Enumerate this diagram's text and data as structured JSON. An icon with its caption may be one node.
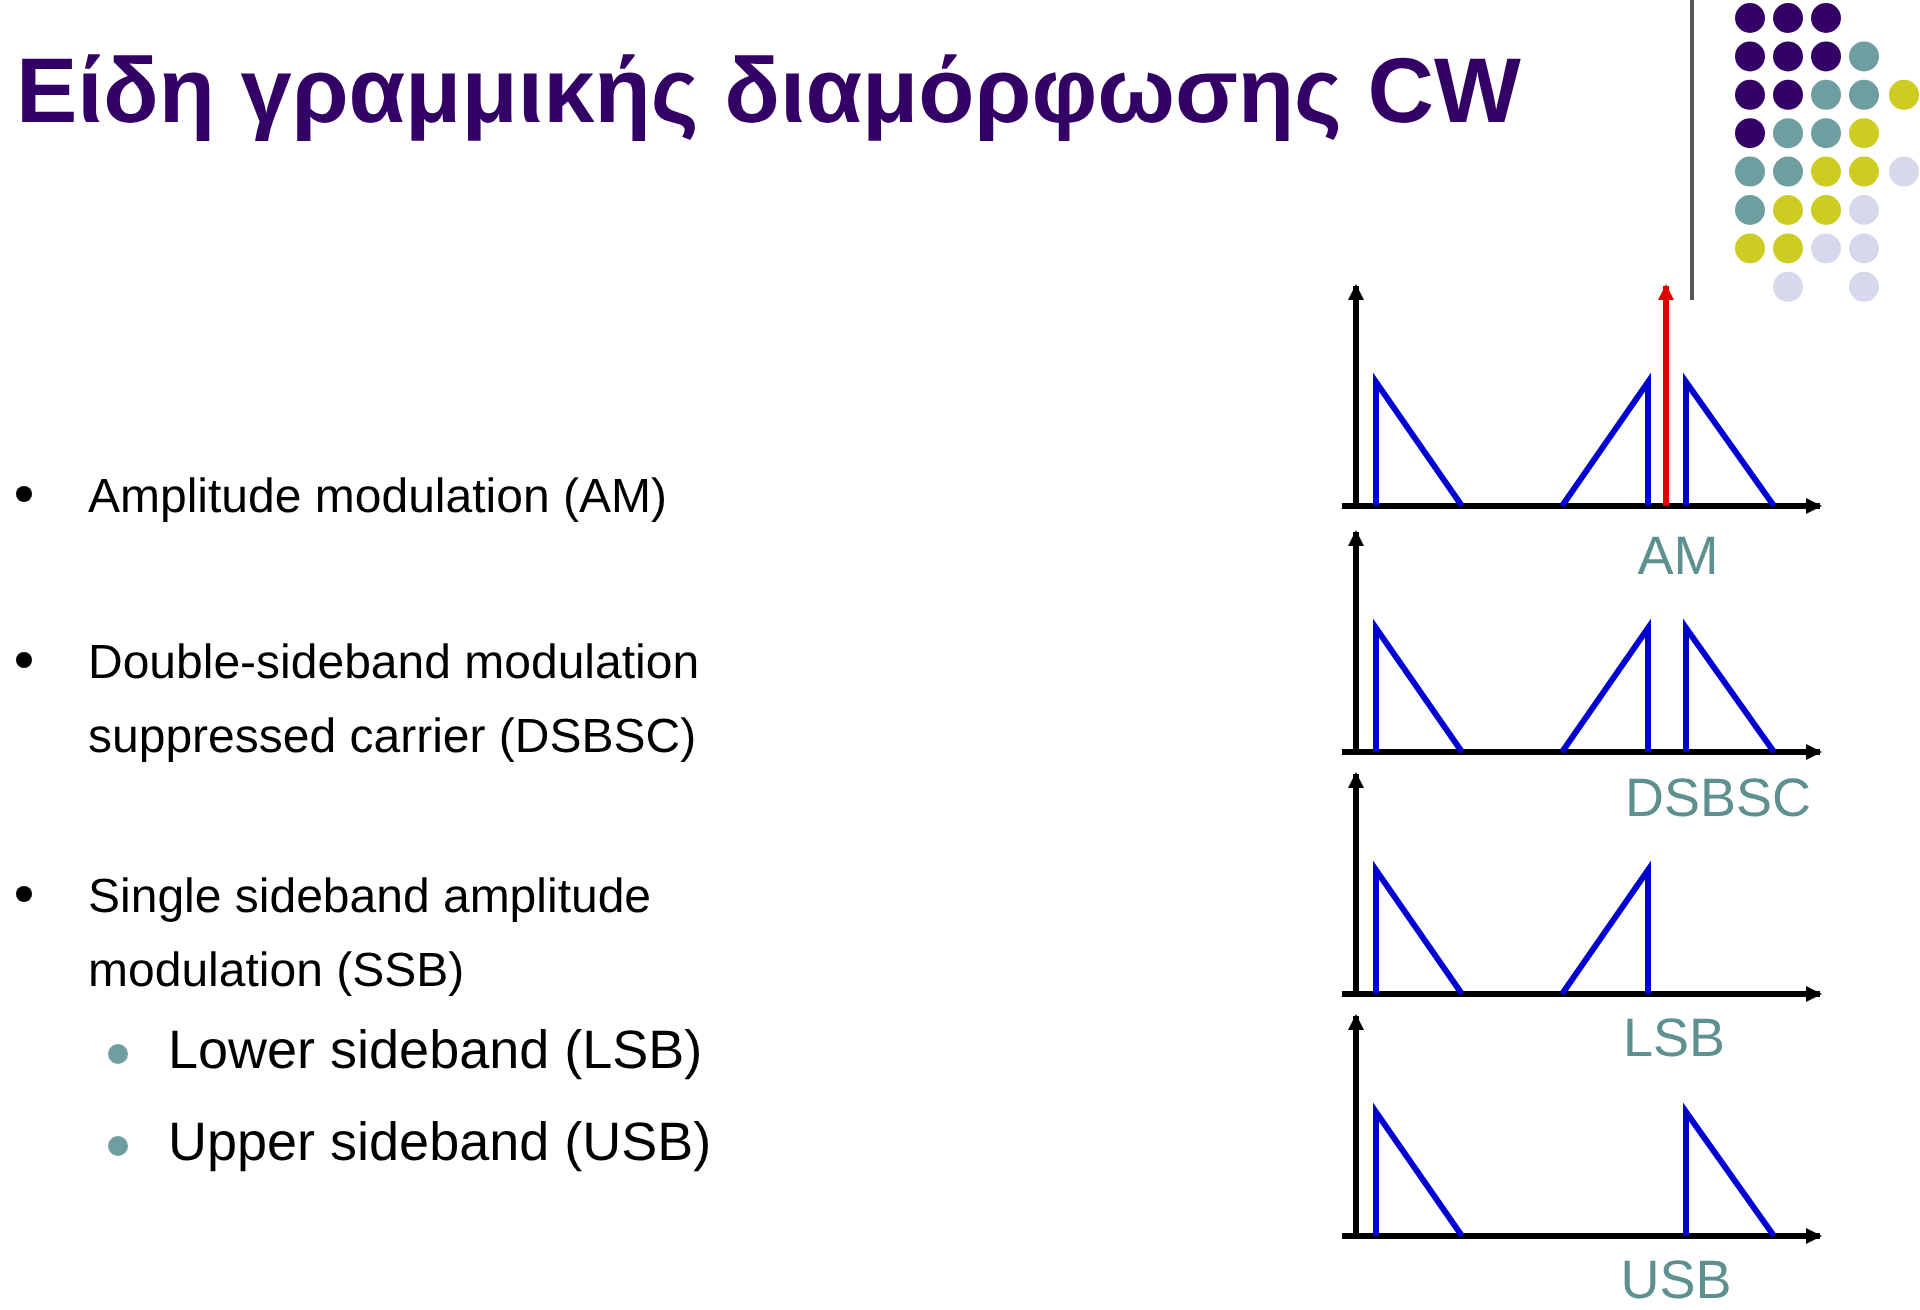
{
  "diagram": {
    "title": "Είδη γραμμικής διαμόρφωσης CW",
    "labels": [
      "Amplitude modulation (AM)",
      "Double-sideband modulation suppressed carrier (DSBSC)",
      "Single sideband amplitude modulation (SSB)",
      "Lower sideband (LSB)",
      "Upper sideband (USB)",
      "AM",
      "DSBSC",
      "LSB",
      "USB"
    ]
  }
}
